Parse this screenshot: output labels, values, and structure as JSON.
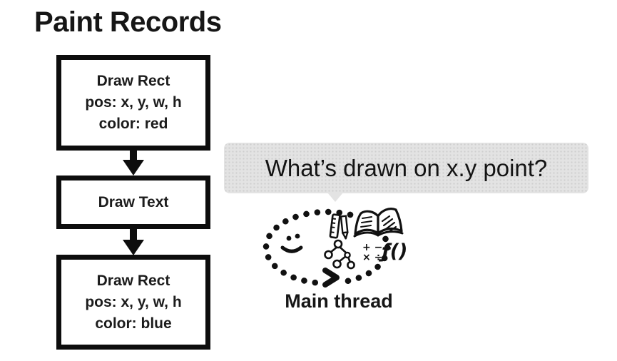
{
  "title": "Paint Records",
  "flowchart": {
    "boxes": [
      {
        "name": "draw-rect-red",
        "lines": [
          "Draw Rect",
          "pos: x, y, w, h",
          "color: red"
        ]
      },
      {
        "name": "draw-text",
        "lines": [
          "Draw Text"
        ]
      },
      {
        "name": "draw-rect-blue",
        "lines": [
          "Draw Rect",
          "pos: x, y, w, h",
          "color: blue"
        ]
      }
    ]
  },
  "speech_bubble": {
    "text": "What’s drawn on x.y point?"
  },
  "main_thread": {
    "label": "Main thread",
    "math_line1": "+ −",
    "math_line2": "× ÷",
    "function_text": "ƒ()",
    "doodle_icons": [
      "dotted-loop-icon",
      "smiley-face-icon",
      "chevron-arrow-icon",
      "ruler-icon",
      "pencil-icon",
      "open-book-icon",
      "tree-graph-icon",
      "math-symbols-icon",
      "function-icon"
    ]
  },
  "colors": {
    "background": "#ffffff",
    "ink": "#111111",
    "bubble_background": "#e3e3e3"
  }
}
